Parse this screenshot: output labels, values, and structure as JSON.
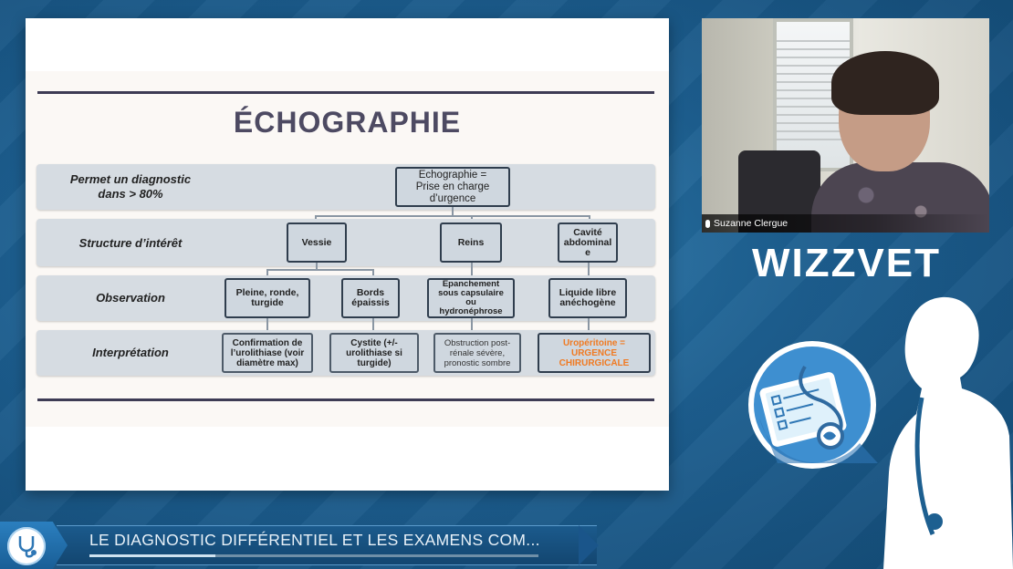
{
  "slide": {
    "title": "ÉCHOGRAPHIE",
    "rows": [
      {
        "label": "Permet un diagnostic\ndans > 80%"
      },
      {
        "label": "Structure d’intérêt"
      },
      {
        "label": "Observation"
      },
      {
        "label": "Interprétation"
      }
    ],
    "root_box": "Echographie =\nPrise en charge\nd’urgence",
    "structures": [
      "Vessie",
      "Reins",
      "Cavité\nabdominal\ne"
    ],
    "observations": [
      "Pleine, ronde,\nturgide",
      "Bords\népaissis",
      "Epanchement\nsous capsulaire\nou\nhydronéphrose",
      "Liquide libre\nanéchogène"
    ],
    "interpretations": [
      "Confirmation de\nl’urolithiase (voir\ndiamètre max)",
      "Cystite (+/-\nurolithiase si\nturgide)",
      "Obstruction post-\nrénale sévère,\npronostic sombre",
      "Uropéritoine =\nURGENCE\nCHIRURGICALE"
    ],
    "highlight_color": "#f07a22"
  },
  "webcam": {
    "participant_name": "Suzanne Clergue",
    "mic_icon": "microphone-icon"
  },
  "brand": {
    "name": "WIZZVET",
    "logo_icon": "clipboard-stethoscope-icon"
  },
  "player": {
    "title": "LE DIAGNOSTIC DIFFÉRENTIEL ET LES EXAMENS COM...",
    "badge_icon": "stethoscope-icon",
    "progress": 0.28
  },
  "colors": {
    "background": "#1d5f90",
    "slide_band": "#d6dce2",
    "box_border": "#2f3d4d"
  }
}
